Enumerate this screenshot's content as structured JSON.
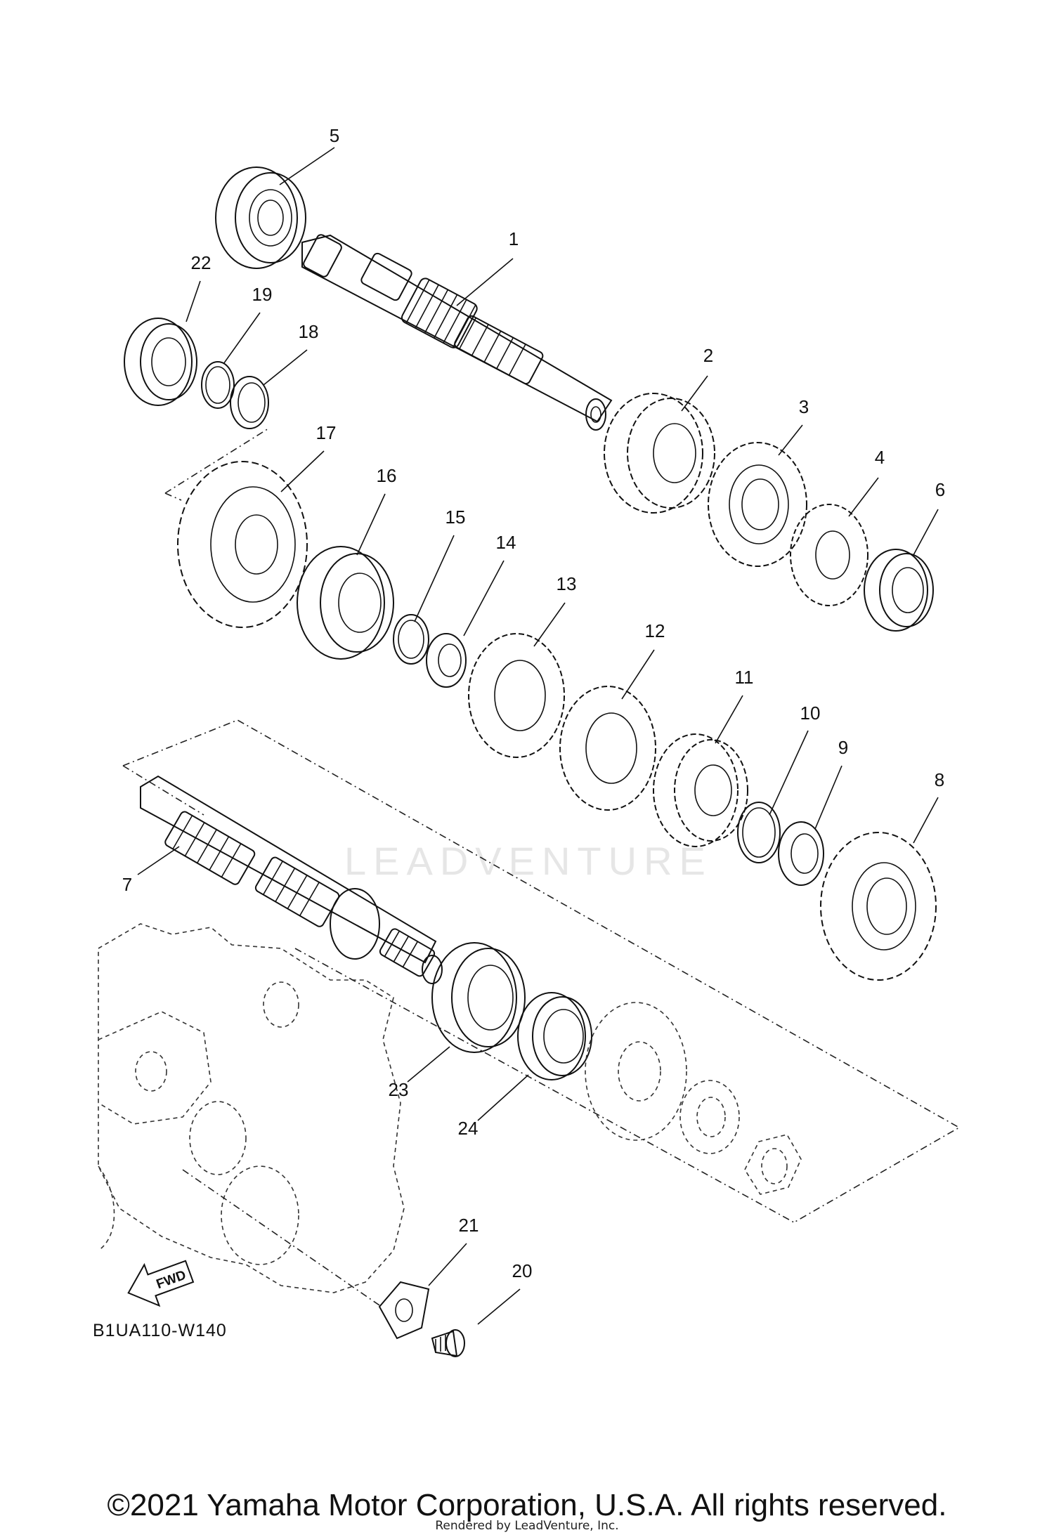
{
  "diagram": {
    "callouts": [
      "1",
      "2",
      "3",
      "4",
      "5",
      "6",
      "7",
      "8",
      "9",
      "10",
      "11",
      "12",
      "13",
      "14",
      "15",
      "16",
      "17",
      "18",
      "19",
      "20",
      "21",
      "22",
      "23",
      "24"
    ],
    "diagram_code": "B1UA110-W140",
    "fwd_label": "FWD",
    "watermark": "LEADVENTURE"
  },
  "footer": {
    "copyright": "©2021 Yamaha Motor Corporation, U.S.A. All rights reserved.",
    "rendered_by": "Rendered by LeadVenture, Inc."
  }
}
